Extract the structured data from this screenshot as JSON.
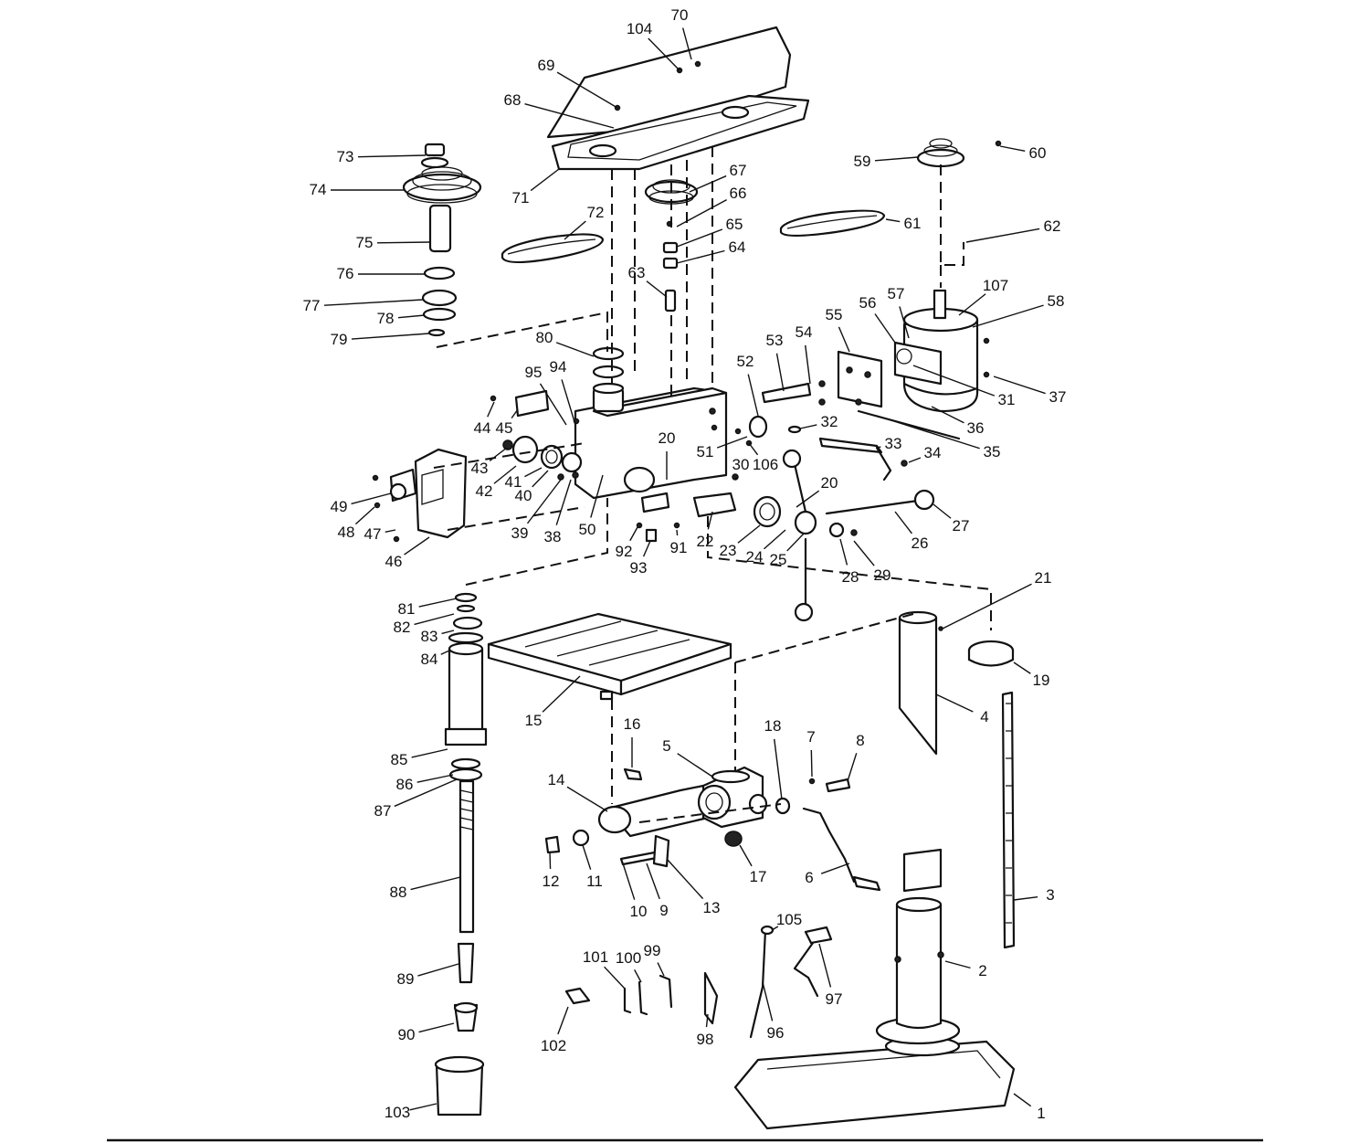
{
  "diagram": {
    "callouts": [
      {
        "label": "1"
      },
      {
        "label": "2"
      },
      {
        "label": "3"
      },
      {
        "label": "4"
      },
      {
        "label": "5"
      },
      {
        "label": "6"
      },
      {
        "label": "7"
      },
      {
        "label": "8"
      },
      {
        "label": "9"
      },
      {
        "label": "10"
      },
      {
        "label": "11"
      },
      {
        "label": "12"
      },
      {
        "label": "13"
      },
      {
        "label": "14"
      },
      {
        "label": "15"
      },
      {
        "label": "16"
      },
      {
        "label": "17"
      },
      {
        "label": "18"
      },
      {
        "label": "19"
      },
      {
        "label": "20"
      },
      {
        "label": "20"
      },
      {
        "label": "21"
      },
      {
        "label": "22"
      },
      {
        "label": "23"
      },
      {
        "label": "24"
      },
      {
        "label": "25"
      },
      {
        "label": "26"
      },
      {
        "label": "27"
      },
      {
        "label": "28"
      },
      {
        "label": "29"
      },
      {
        "label": "30"
      },
      {
        "label": "31"
      },
      {
        "label": "32"
      },
      {
        "label": "33"
      },
      {
        "label": "34"
      },
      {
        "label": "35"
      },
      {
        "label": "36"
      },
      {
        "label": "37"
      },
      {
        "label": "38"
      },
      {
        "label": "39"
      },
      {
        "label": "40"
      },
      {
        "label": "41"
      },
      {
        "label": "42"
      },
      {
        "label": "43"
      },
      {
        "label": "44"
      },
      {
        "label": "45"
      },
      {
        "label": "46"
      },
      {
        "label": "47"
      },
      {
        "label": "48"
      },
      {
        "label": "49"
      },
      {
        "label": "50"
      },
      {
        "label": "51"
      },
      {
        "label": "52"
      },
      {
        "label": "53"
      },
      {
        "label": "54"
      },
      {
        "label": "55"
      },
      {
        "label": "56"
      },
      {
        "label": "57"
      },
      {
        "label": "58"
      },
      {
        "label": "59"
      },
      {
        "label": "60"
      },
      {
        "label": "61"
      },
      {
        "label": "62"
      },
      {
        "label": "63"
      },
      {
        "label": "64"
      },
      {
        "label": "65"
      },
      {
        "label": "66"
      },
      {
        "label": "67"
      },
      {
        "label": "68"
      },
      {
        "label": "69"
      },
      {
        "label": "70"
      },
      {
        "label": "71"
      },
      {
        "label": "72"
      },
      {
        "label": "73"
      },
      {
        "label": "74"
      },
      {
        "label": "75"
      },
      {
        "label": "76"
      },
      {
        "label": "77"
      },
      {
        "label": "78"
      },
      {
        "label": "79"
      },
      {
        "label": "80"
      },
      {
        "label": "81"
      },
      {
        "label": "82"
      },
      {
        "label": "83"
      },
      {
        "label": "84"
      },
      {
        "label": "85"
      },
      {
        "label": "86"
      },
      {
        "label": "87"
      },
      {
        "label": "88"
      },
      {
        "label": "89"
      },
      {
        "label": "90"
      },
      {
        "label": "91"
      },
      {
        "label": "92"
      },
      {
        "label": "93"
      },
      {
        "label": "94"
      },
      {
        "label": "95"
      },
      {
        "label": "96"
      },
      {
        "label": "97"
      },
      {
        "label": "98"
      },
      {
        "label": "99"
      },
      {
        "label": "100"
      },
      {
        "label": "101"
      },
      {
        "label": "102"
      },
      {
        "label": "103"
      },
      {
        "label": "104"
      },
      {
        "label": "105"
      },
      {
        "label": "106"
      },
      {
        "label": "107"
      }
    ]
  }
}
